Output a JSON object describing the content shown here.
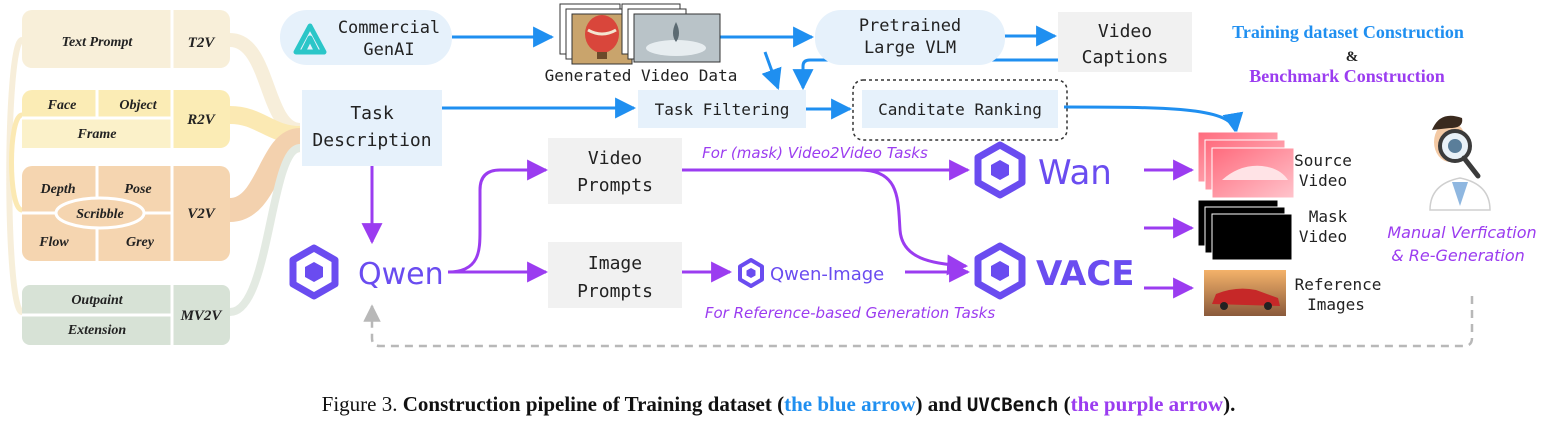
{
  "tasks": {
    "t2v": {
      "items": [
        "Text Prompt"
      ],
      "tag": "T2V"
    },
    "r2v": {
      "items": [
        "Face",
        "Object",
        "Frame"
      ],
      "tag": "R2V"
    },
    "v2v": {
      "items": [
        "Depth",
        "Pose",
        "Scribble",
        "Flow",
        "Grey"
      ],
      "tag": "V2V"
    },
    "mv2v": {
      "items": [
        "Outpaint",
        "Extension"
      ],
      "tag": "MV2V"
    }
  },
  "nodes": {
    "commercial_genai": [
      "Commercial",
      "GenAI"
    ],
    "generated_video_data": "Generated Video Data",
    "pretrained_vlm": [
      "Pretrained",
      "Large VLM"
    ],
    "video_captions": [
      "Video",
      "Captions"
    ],
    "task_description": [
      "Task",
      "Description"
    ],
    "task_filtering": "Task Filtering",
    "candidate_ranking": "Canditate Ranking",
    "video_prompts": [
      "Video",
      "Prompts"
    ],
    "image_prompts": [
      "Image",
      "Prompts"
    ],
    "qwen": "Qwen",
    "qwen_image": "Qwen-Image",
    "wan": "Wan",
    "vace": "VACE",
    "source_video": [
      "Source",
      "Video"
    ],
    "mask_video": [
      "Mask",
      "Video"
    ],
    "reference_images": [
      "Reference",
      "Images"
    ]
  },
  "annotations": {
    "training_title": "Training dataset Construction",
    "ampersand": "&",
    "benchmark_title": "Benchmark Construction",
    "v2v_note": "For (mask) Video2Video Tasks",
    "ref_note": "For Reference-based Generation Tasks",
    "manual": [
      "Manual Verfication",
      "& Re-Generation"
    ]
  },
  "caption": {
    "prefix": "Figure 3.",
    "part1": "Construction pipeline of Training dataset (",
    "blue": "the blue arrow",
    "part2": ") and ",
    "bench": "UVCBench",
    "part3": " (",
    "purple": "the purple arrow",
    "part4": ")."
  },
  "colors": {
    "blue_arrow": "#1f8ff0",
    "purple_arrow": "#9b3cf0",
    "box_fill": "#e6f1fb",
    "gray_box": "#f1f1f1",
    "t2v_fill": "#f8efd9",
    "r2v_fill": "#fbecb5",
    "v2v_fill": "#f5d5b0",
    "mv2v_fill": "#d7e2d6",
    "brand_purple": "#6a4cf0"
  }
}
